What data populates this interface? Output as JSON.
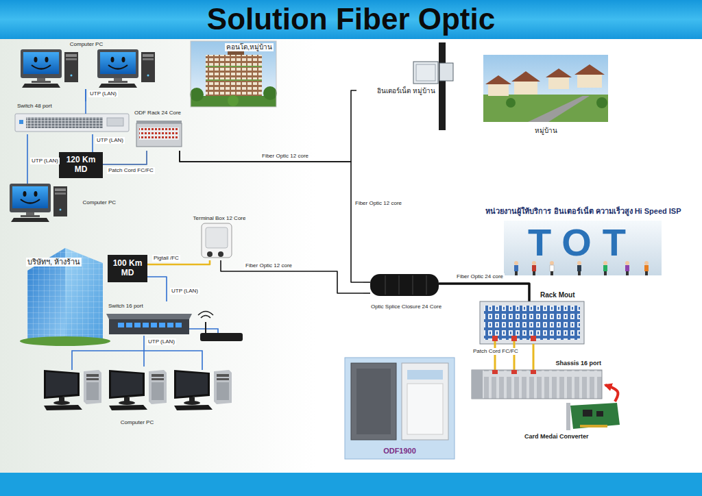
{
  "diagram": {
    "title": "Solution Fiber Optic",
    "nodes": [
      {
        "text": [
          "Computer PC"
        ]
      },
      {
        "text": [
          "Switch 48 port"
        ]
      },
      {
        "text": [
          "ODF Rack 24 Core"
        ]
      },
      {
        "text": [
          "คอนโด,หมู่บ้าน"
        ]
      },
      {
        "text": [
          "อินเตอร์เน็ต หมู่บ้าน"
        ]
      },
      {
        "text": [
          "หมู่บ้าน"
        ]
      },
      {
        "text": [
          "120 Km MD"
        ]
      },
      {
        "text": [
          "Computer PC"
        ]
      },
      {
        "text": [
          "Terminal Box 12 Core"
        ]
      },
      {
        "text": [
          "หน่วยงานผู้ให้บริการ อินเตอร์เน็ต ความเร็วสูง Hi Speed ISP"
        ]
      },
      {
        "text": [
          "บริษัทฯ, ห้างร้าน"
        ]
      },
      {
        "text": [
          "100 Km MD"
        ]
      },
      {
        "text": [
          "Optic Splice Closure 24 Core"
        ]
      },
      {
        "text": [
          "Rack Mout"
        ]
      },
      {
        "text": [
          "Switch 16 port"
        ]
      },
      {
        "text": [
          "Shassis 16 port"
        ]
      },
      {
        "text": [
          "ODF1900"
        ]
      },
      {
        "text": [
          "Card Medai Converter"
        ]
      },
      {
        "text": [
          "Computer PC"
        ]
      }
    ],
    "edges": [
      {
        "from": 0,
        "to": 1,
        "label": "UTP (LAN)",
        "arrow": "none"
      },
      {
        "from": 1,
        "to": 7,
        "label": "UTP (LAN)",
        "arrow": "none"
      },
      {
        "from": 2,
        "to": 6,
        "label": "Patch Cord FC/FC",
        "arrow": "none"
      },
      {
        "from": 6,
        "to": 1,
        "label": "UTP (LAN)",
        "arrow": "none"
      },
      {
        "from": 2,
        "to": 4,
        "label": "Fiber Optic  12 core",
        "arrow": "none"
      },
      {
        "from": 2,
        "to": 12,
        "label": "Fiber Optic  12 core",
        "arrow": "none"
      },
      {
        "from": 11,
        "to": 8,
        "label": "Pigtail /FC",
        "arrow": "none"
      },
      {
        "from": 8,
        "to": 12,
        "label": "Fiber Optic  12 core",
        "arrow": "none"
      },
      {
        "from": 11,
        "to": 14,
        "label": "UTP (LAN)",
        "arrow": "none"
      },
      {
        "from": 14,
        "to": 18,
        "label": "UTP (LAN)",
        "arrow": "none"
      },
      {
        "from": 12,
        "to": 13,
        "label": "Fiber Optic  24 core",
        "arrow": "none"
      },
      {
        "from": 13,
        "to": 15,
        "label": "Patch Cord FC/FC",
        "arrow": "none"
      },
      {
        "from": 17,
        "to": 15,
        "arrow": "to"
      }
    ],
    "labels": [
      "TOT"
    ]
  }
}
